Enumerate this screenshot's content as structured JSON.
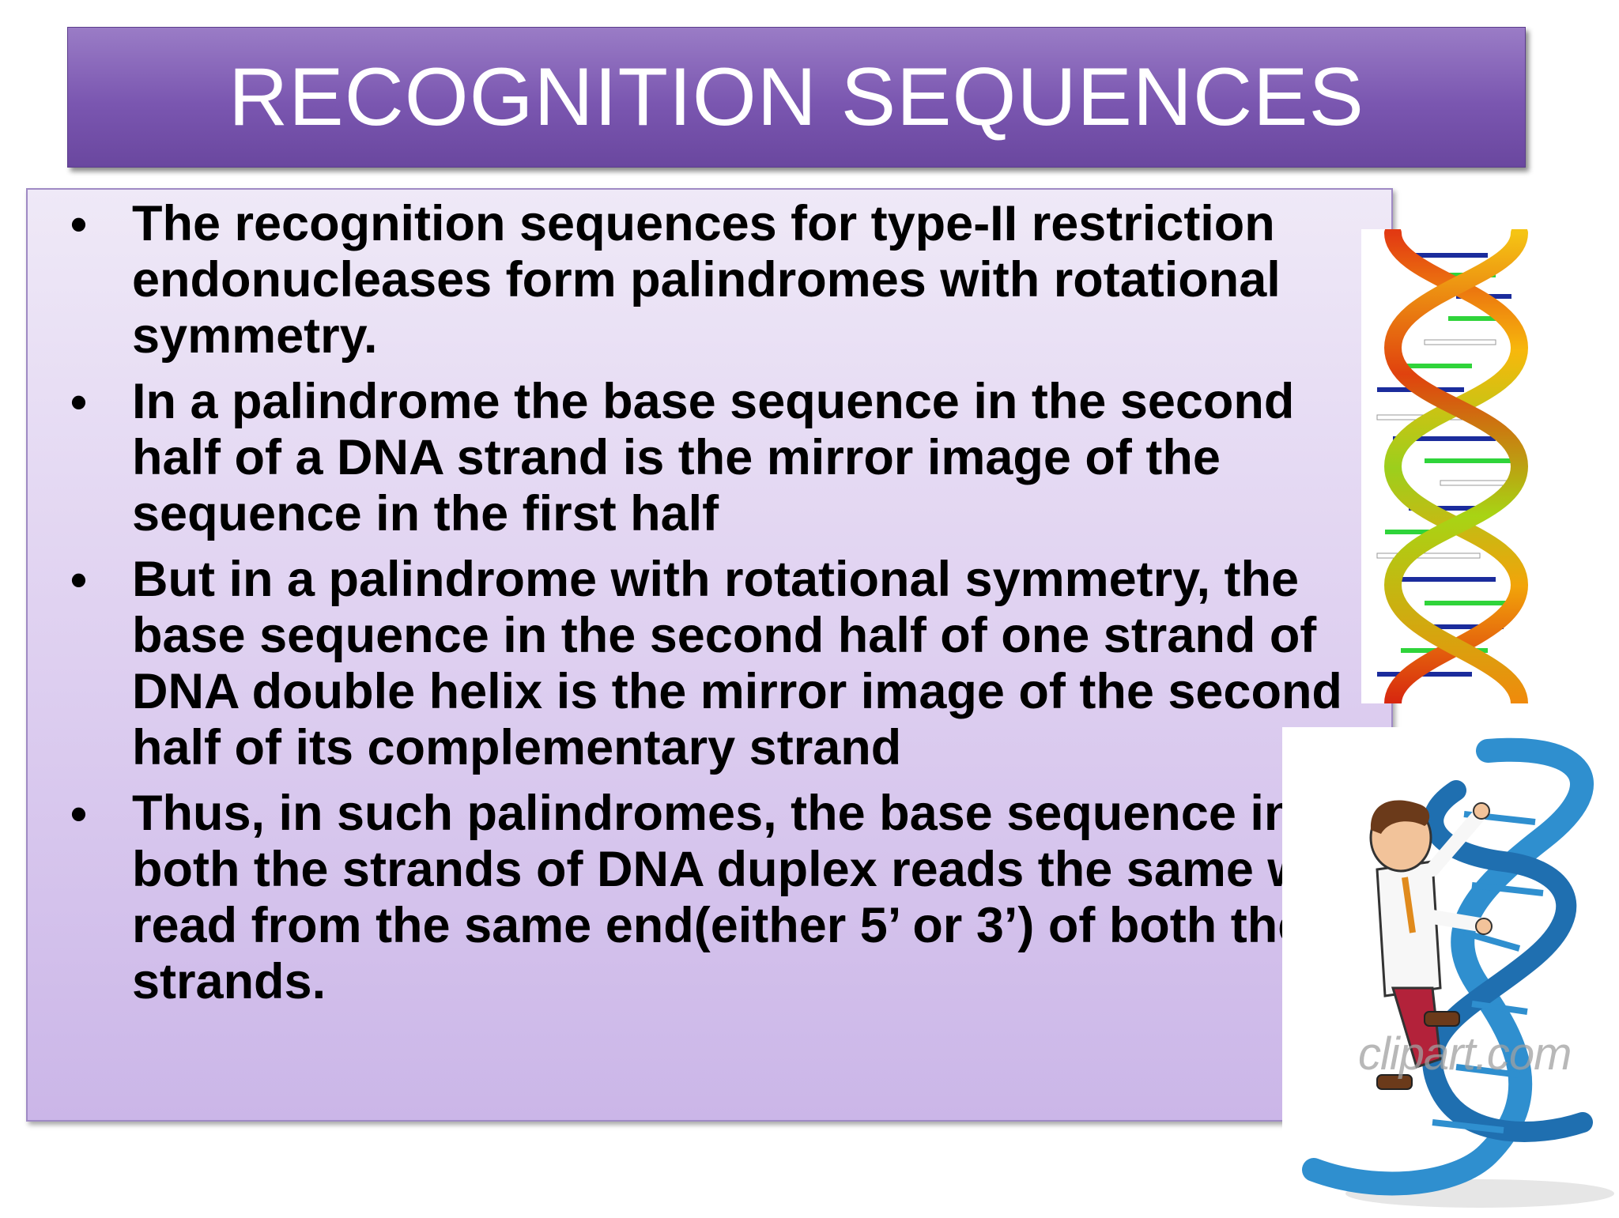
{
  "slide": {
    "title": "RECOGNITION SEQUENCES",
    "bullet_symbol": "•",
    "bullets": [
      "The recognition sequences for type-II restriction endonucleases form palindromes with rotational symmetry.",
      "In a palindrome the base sequence in the second half of a DNA strand is the mirror image of the sequence in the first half",
      "But in a palindrome with rotational symmetry, the base sequence in the second half of one strand of DNA double helix is the mirror image of the second half of its complementary strand",
      "Thus, in such palindromes, the base sequence in both the strands of DNA duplex reads the same when read from the same end(either 5’ or 3’) of both the strands."
    ]
  },
  "images": {
    "dna_helix": {
      "icon": "dna-double-helix-icon"
    },
    "scientist": {
      "icon": "scientist-climbing-dna-icon",
      "watermark": "clipart.com"
    }
  },
  "colors": {
    "title_bar": "#7a56b0",
    "content_box_top": "#efe9f7",
    "content_box_bottom": "#cbb6e8",
    "helix_blue": "#2f8fcf"
  }
}
